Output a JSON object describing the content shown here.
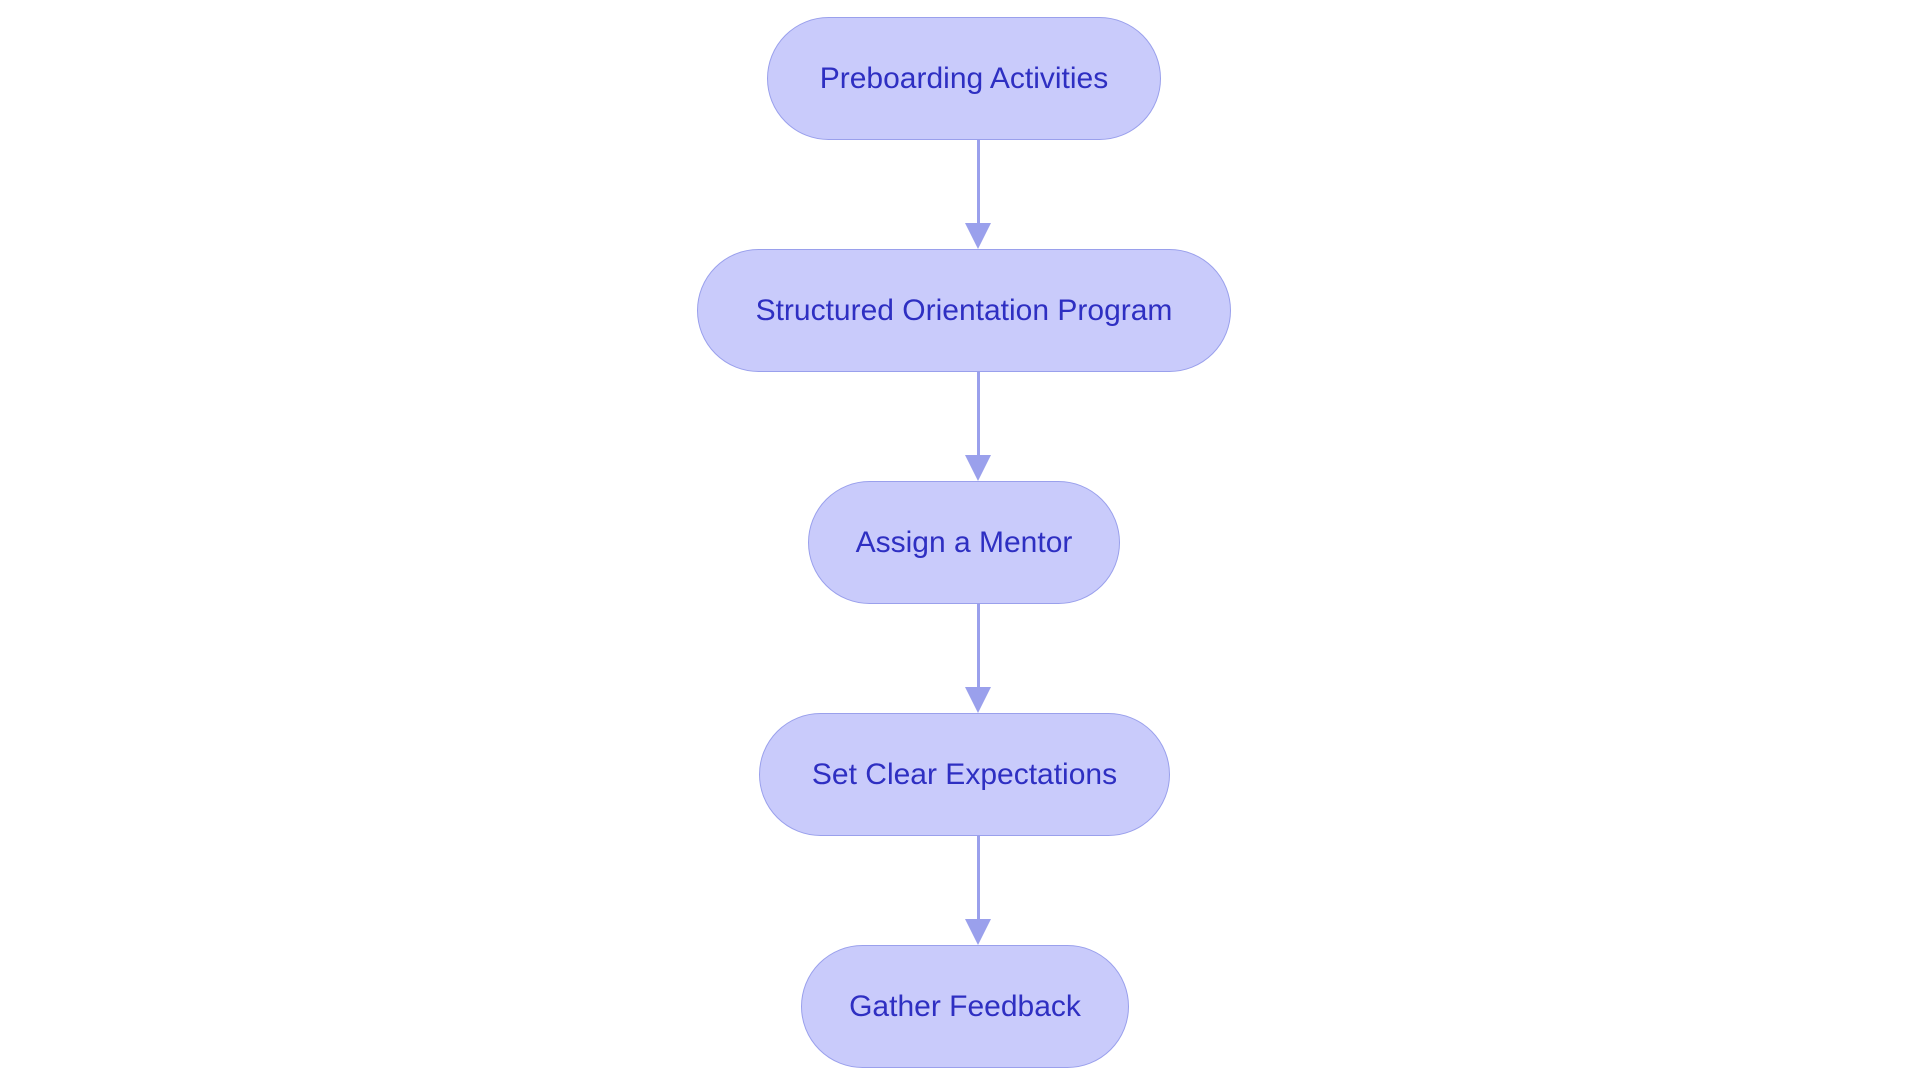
{
  "diagram": {
    "colors": {
      "node_fill": "#c9cbfb",
      "node_border": "#9aa0ec",
      "node_text": "#2e2fc2",
      "edge": "#9aa0ec"
    },
    "nodes": [
      {
        "id": "preboarding",
        "label": "Preboarding Activities"
      },
      {
        "id": "orientation",
        "label": "Structured Orientation Program"
      },
      {
        "id": "mentor",
        "label": "Assign a Mentor"
      },
      {
        "id": "expectations",
        "label": "Set Clear Expectations"
      },
      {
        "id": "feedback",
        "label": "Gather Feedback"
      }
    ],
    "edges": [
      {
        "from": "preboarding",
        "to": "orientation"
      },
      {
        "from": "orientation",
        "to": "mentor"
      },
      {
        "from": "mentor",
        "to": "expectations"
      },
      {
        "from": "expectations",
        "to": "feedback"
      }
    ]
  }
}
